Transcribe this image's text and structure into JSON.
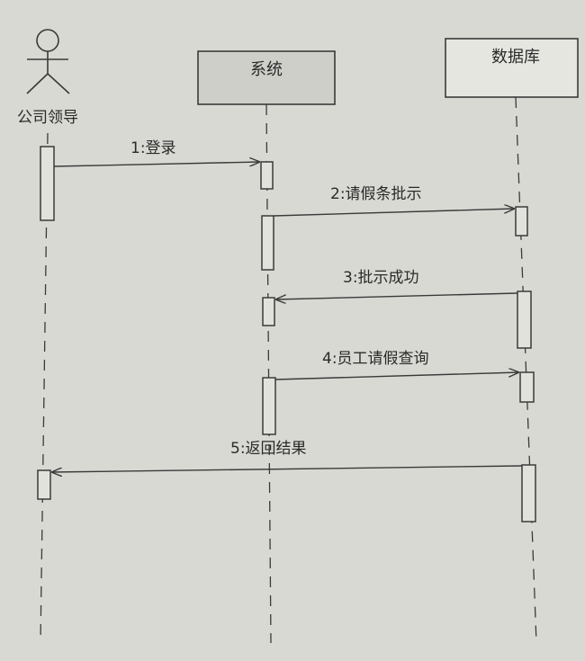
{
  "actor": {
    "label": "公司领导"
  },
  "objects": [
    {
      "id": "system",
      "label": "系统",
      "shaded": true
    },
    {
      "id": "database",
      "label": "数据库",
      "shaded": false
    }
  ],
  "messages": [
    {
      "label": "1:登录",
      "from": "actor",
      "to": "system"
    },
    {
      "label": "2:请假条批示",
      "from": "system",
      "to": "database"
    },
    {
      "label": "3:批示成功",
      "from": "database",
      "to": "system"
    },
    {
      "label": "4:员工请假查询",
      "from": "system",
      "to": "database"
    },
    {
      "label": "5:返回结果",
      "from": "database",
      "to": "actor"
    }
  ],
  "colors": {
    "background": "#d9d9d4",
    "line": "#3a3a3a",
    "system_box": "#cfcfca",
    "database_box": "#e6e6e1",
    "activation": "#e2e2dd"
  }
}
